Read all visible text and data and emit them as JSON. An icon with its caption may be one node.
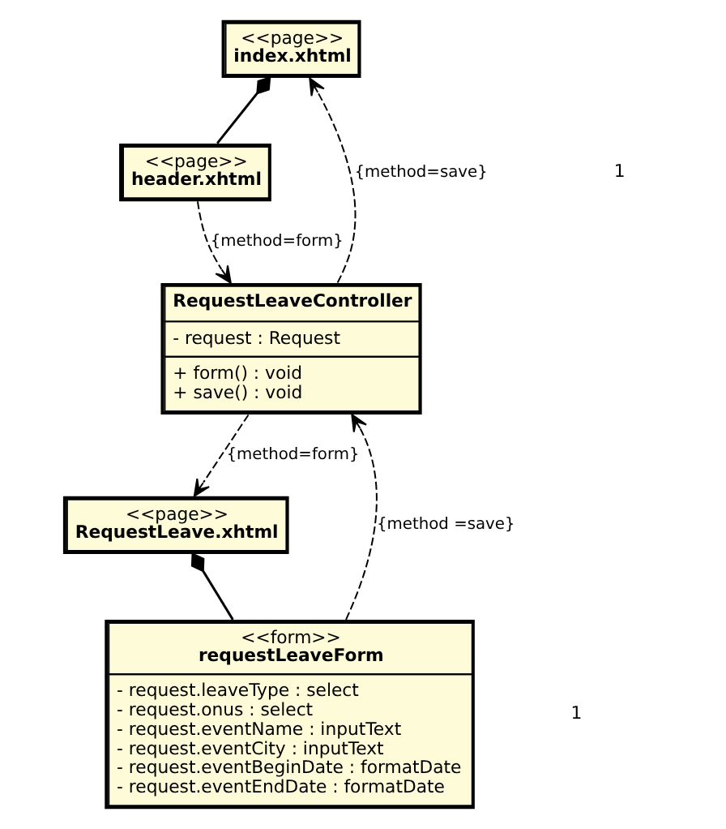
{
  "diagram": {
    "nodes": [
      {
        "text": [
          "<<page>>",
          "index.xhtml"
        ]
      },
      {
        "text": [
          "<<page>>",
          "header.xhtml"
        ]
      },
      {
        "text": [
          "RequestLeaveController",
          "- request : Request",
          "+ form() : void",
          "+ save() : void"
        ]
      },
      {
        "text": [
          "<<page>>",
          "RequestLeave.xhtml"
        ]
      },
      {
        "text": [
          "<<form>>",
          "requestLeaveForm",
          "- request.leaveType : select",
          "- request.onus : select",
          "- request.eventName : inputText",
          "- request.eventCity : inputText",
          "- request.eventBeginDate : formatDate",
          "- request.eventEndDate : formatDate"
        ]
      }
    ],
    "edges": [
      {
        "from": 0,
        "to": 1,
        "arrow": "other"
      },
      {
        "from": 1,
        "to": 2,
        "arrow": "to",
        "style": "dashed",
        "label": "{method=form}"
      },
      {
        "from": 2,
        "to": 0,
        "arrow": "to",
        "style": "dashed",
        "label": "{method=save}"
      },
      {
        "from": 2,
        "to": 3,
        "arrow": "to",
        "style": "dashed",
        "label": "{method=form}"
      },
      {
        "from": 3,
        "to": 4,
        "arrow": "other"
      },
      {
        "from": 4,
        "to": 2,
        "arrow": "to",
        "style": "dashed",
        "label": "{method =save}"
      }
    ],
    "labels": [
      "1",
      "1"
    ]
  }
}
